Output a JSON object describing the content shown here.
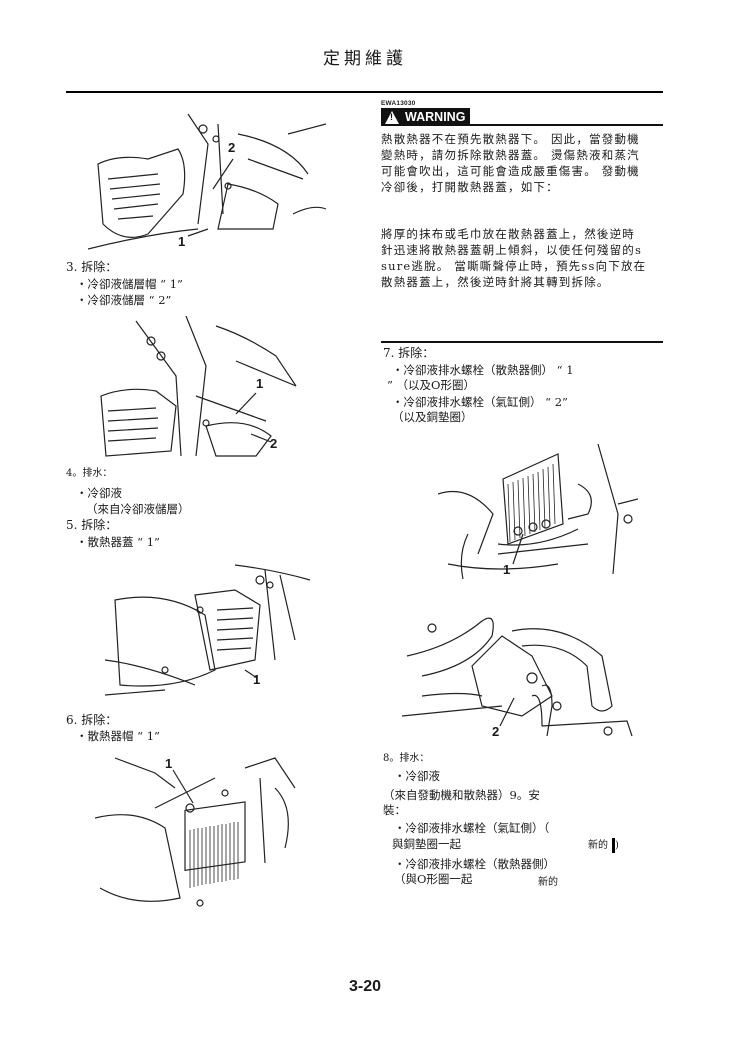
{
  "header": {
    "title": "定期維護"
  },
  "left_column": {
    "fig1": {
      "callouts": [
        "2",
        "1"
      ]
    },
    "step3": {
      "heading": "3. 拆除：",
      "items": [
        "・冷卻液儲層帽 “ 1”",
        "・冷卻液儲層 “ 2”"
      ]
    },
    "fig2": {
      "callouts": [
        "1",
        "2"
      ]
    },
    "step4": {
      "heading": "4。排水：",
      "items": [
        "・冷卻液",
        "（來自冷卻液儲層）"
      ]
    },
    "step5": {
      "heading": "5. 拆除：",
      "items": [
        "・散熱器蓋 “ 1”"
      ]
    },
    "fig3": {
      "callouts": [
        "1"
      ]
    },
    "step6": {
      "heading": "6. 拆除：",
      "items": [
        "・散熱器帽 “ 1”"
      ]
    },
    "fig4": {
      "callouts": [
        "1"
      ]
    }
  },
  "right_column": {
    "warning": {
      "code": "EWA13030",
      "label": "WARNING",
      "lines": [
        "熱散熱器不在預先散熱器下。 因此，當發動機",
        "變熱時，請勿拆除散熱器蓋。 燙傷熱液和蒸汽",
        "可能會吹出，這可能會造成嚴重傷害。 發動機",
        "冷卻後，打開散熱器蓋，如下："
      ],
      "instruction_lines": [
        "將厚的抹布或毛巾放在散熱器蓋上，然後逆時",
        "針迅速將散熱器蓋朝上傾斜，以使任何殘留的s",
        "sure逃脫。 當嘶嘶聲停止時，預先ss向下放在",
        "散熱器蓋上，然後逆時針將其轉到拆除。"
      ]
    },
    "step7": {
      "heading": "7. 拆除：",
      "lines": [
        "・冷卻液排水螺栓（散熱器側） “ 1",
        "” （以及O形圈）",
        "・冷卻液排水螺栓（氣缸側） “ 2”",
        "（以及銅墊圈）"
      ]
    },
    "fig5": {
      "callouts": [
        "1"
      ]
    },
    "fig6": {
      "callouts": [
        "2"
      ]
    },
    "step8": {
      "heading": "8。排水：",
      "lines": [
        "・冷卻液",
        "（來自發動機和散熱器）9。安",
        "裝："
      ]
    },
    "step9": {
      "items": [
        {
          "line1": "・冷卻液排水螺栓（氣缸側）（",
          "line2": "與銅墊圈一起",
          "tag": "新的",
          "close": ")"
        },
        {
          "line1": "・冷卻液排水螺栓（散熱器側）",
          "line2": "（與O形圈一起",
          "tag": "新的"
        }
      ]
    }
  },
  "footer": {
    "page_number": "3-20"
  }
}
